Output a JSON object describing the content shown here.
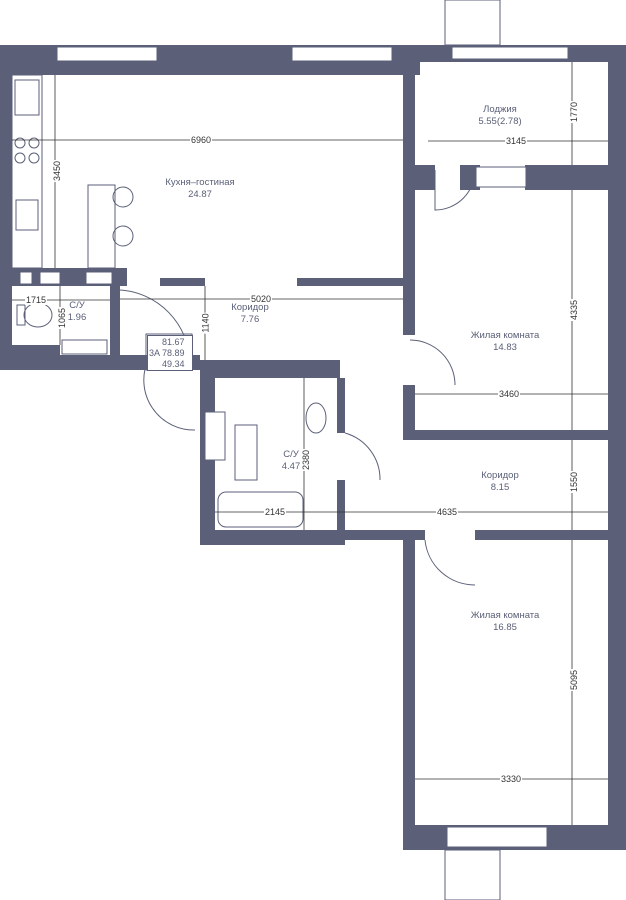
{
  "rooms": {
    "kitchen": {
      "name": "Кухня–гостиная",
      "area": "24.87"
    },
    "loggia": {
      "name": "Лоджия",
      "area": "5.55(2.78)"
    },
    "living1": {
      "name": "Жилая комната",
      "area": "14.83"
    },
    "corridor1": {
      "name": "Коридор",
      "area": "7.76"
    },
    "wc1": {
      "name": "С/У",
      "area": "1.96"
    },
    "wc2": {
      "name": "С/У",
      "area": "4.47"
    },
    "corridor2": {
      "name": "Коридор",
      "area": "8.15"
    },
    "living2": {
      "name": "Жилая комната",
      "area": "16.85"
    }
  },
  "dimensions": {
    "kitchen_w": "6960",
    "kitchen_h": "3450",
    "loggia_w": "3145",
    "loggia_h": "1770",
    "corridor_w": "5020",
    "corridor_h": "1140",
    "wc1_w": "1715",
    "wc1_h": "1065",
    "living1_w": "3460",
    "living1_h": "4335",
    "wc2_w": "2145",
    "wc2_h": "2380",
    "corridor2_w": "4635",
    "corridor2_h": "1550",
    "living2_w": "3330",
    "living2_h": "5095"
  },
  "summary": {
    "type": "3A",
    "total": "81.67",
    "reduced": "78.89",
    "living": "49.34"
  },
  "colors": {
    "wall": "#5b6078",
    "line": "#333333"
  }
}
